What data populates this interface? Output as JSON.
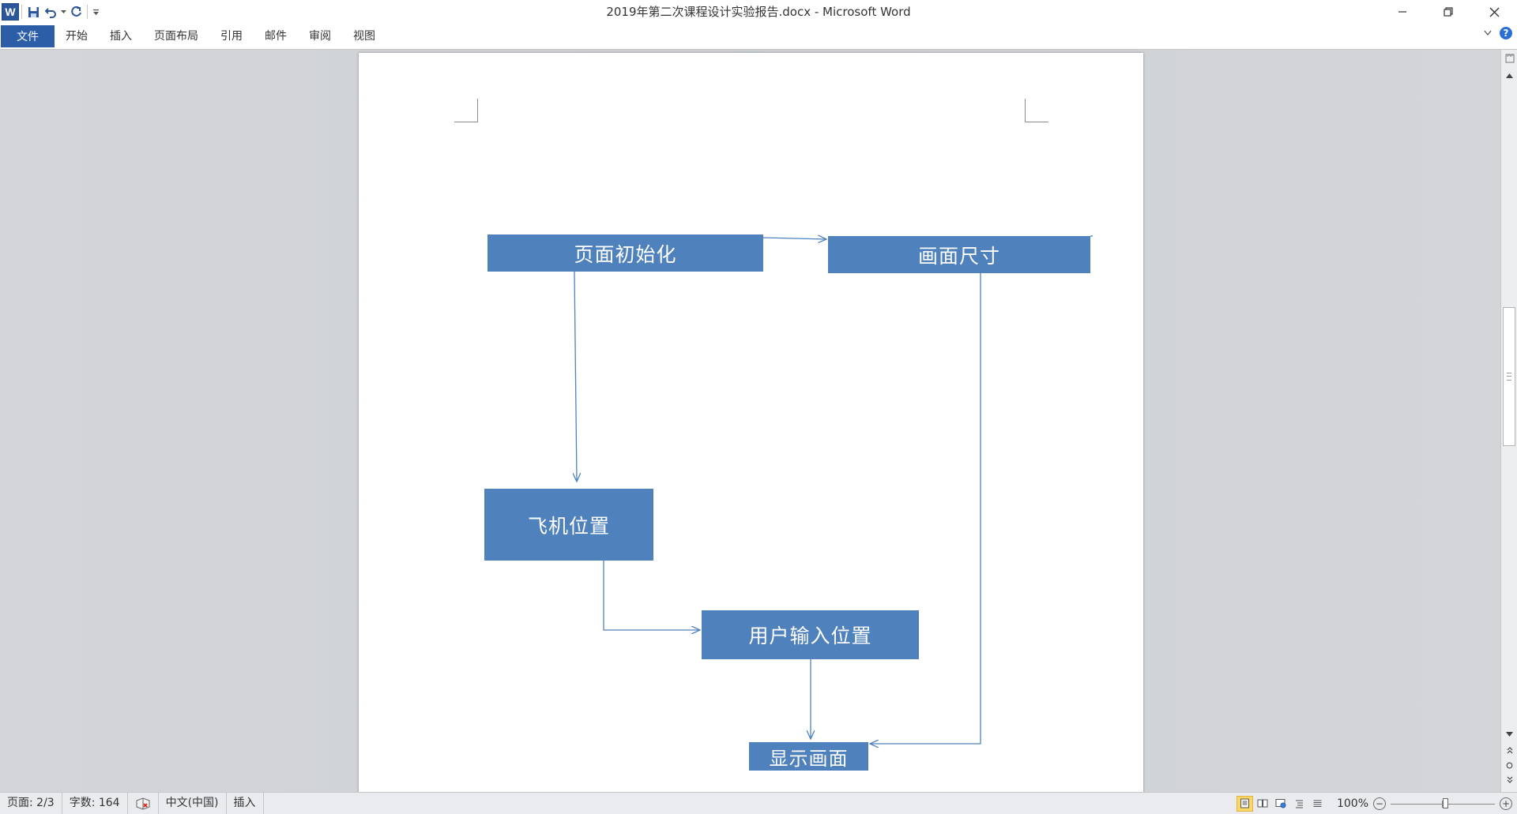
{
  "window": {
    "title": "2019年第二次课程设计实验报告.docx - Microsoft Word",
    "app_icon_letter": "W"
  },
  "quick_access": {
    "icons": [
      "save-icon",
      "undo-icon",
      "redo-icon",
      "customize-icon"
    ]
  },
  "ribbon": {
    "file_tab": "文件",
    "tabs": [
      "开始",
      "插入",
      "页面布局",
      "引用",
      "邮件",
      "审阅",
      "视图"
    ],
    "help_label": "?"
  },
  "document": {
    "flowchart": {
      "boxes": {
        "init": "页面初始化",
        "size": "画面尺寸",
        "plane": "飞机位置",
        "input": "用户输入位置",
        "show": "显示画面"
      }
    }
  },
  "status": {
    "page": "页面: 2/3",
    "words": "字数: 164",
    "language": "中文(中国)",
    "mode": "插入",
    "zoom": "100%",
    "zoom_minus": "−",
    "zoom_plus": "+",
    "zoom_level_percent": 100
  },
  "colors": {
    "box_fill": "#4f81bd",
    "connector": "#4f81bd",
    "file_tab": "#2b5ea6"
  }
}
